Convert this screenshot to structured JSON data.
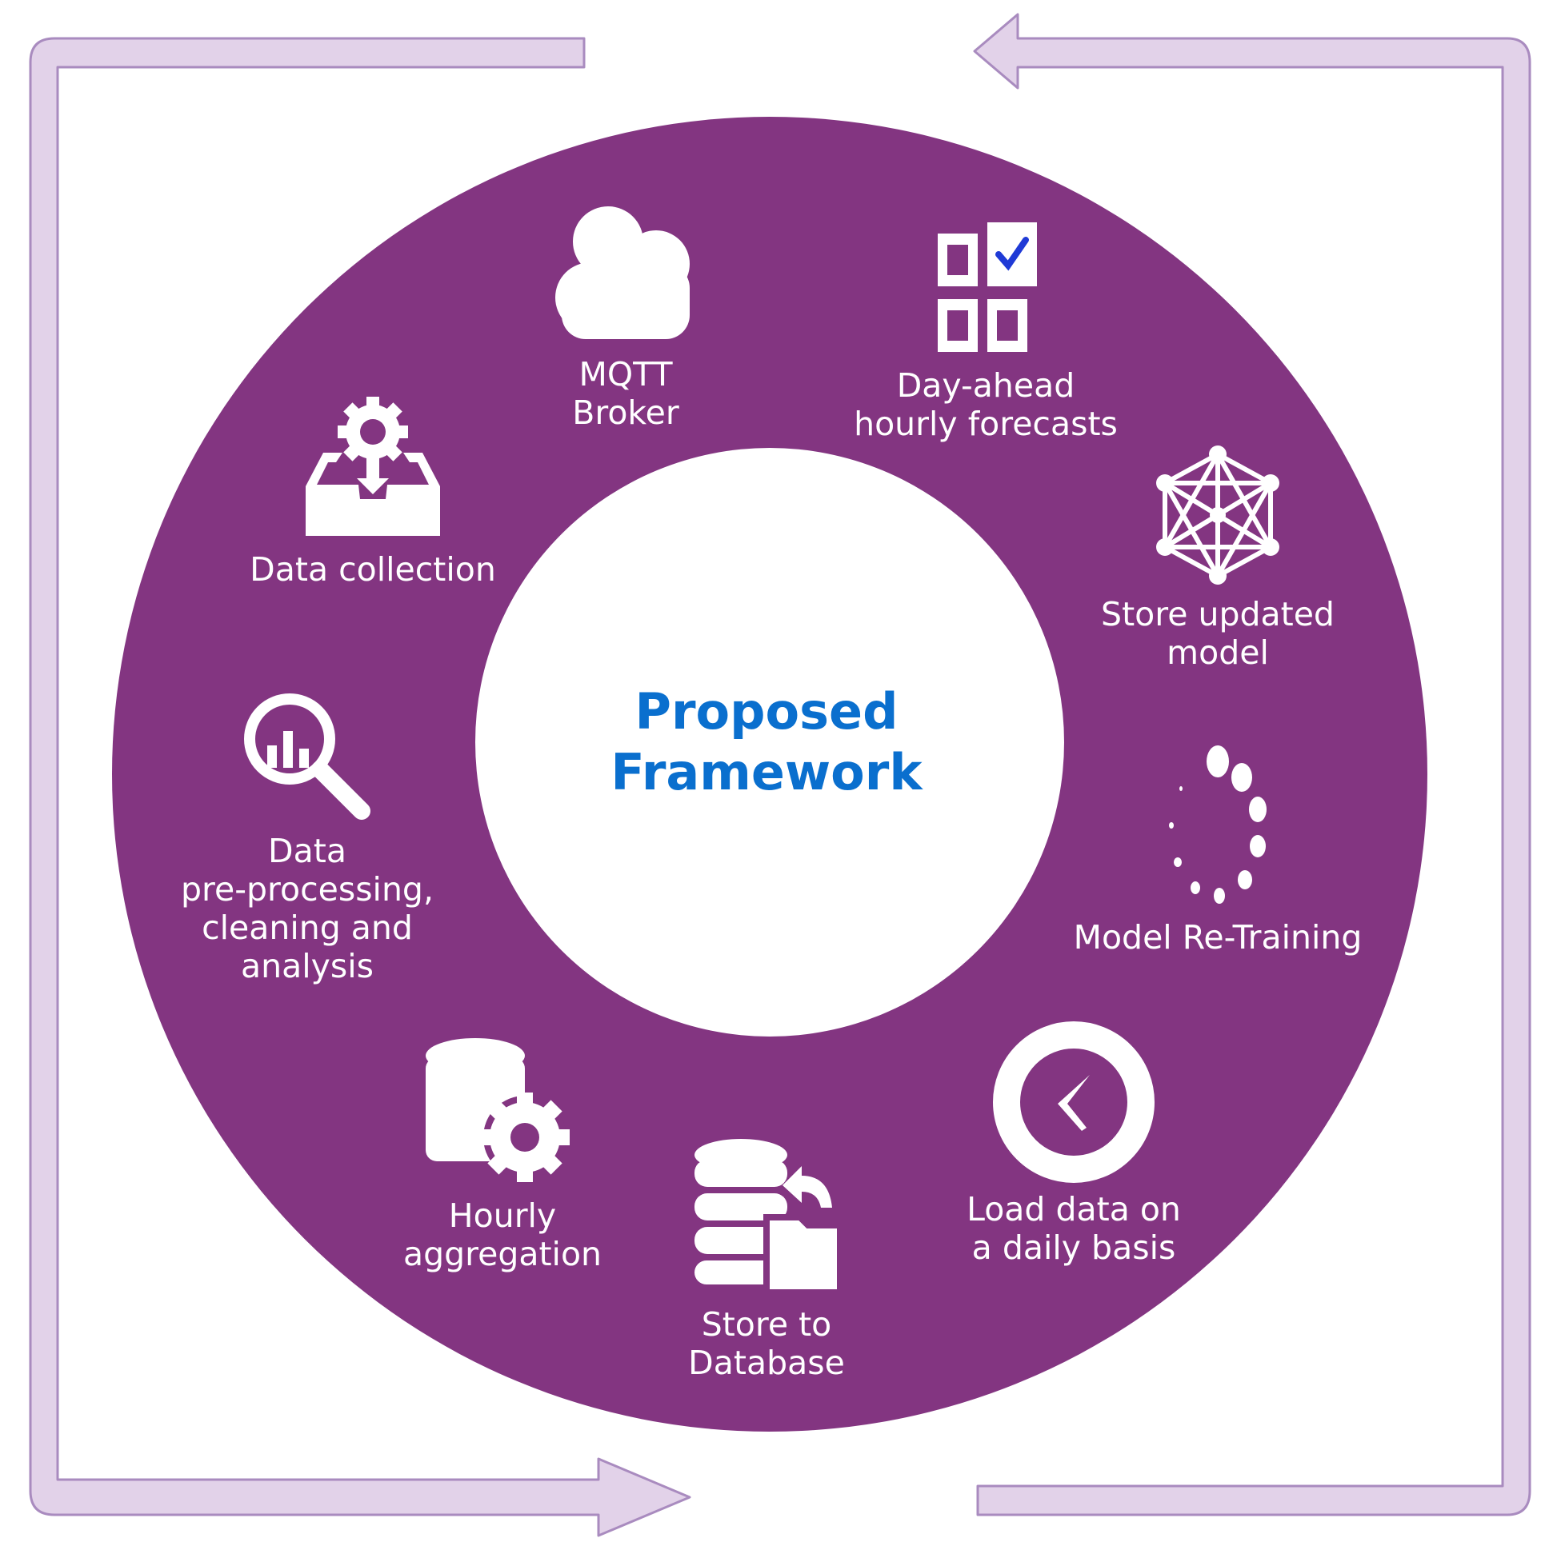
{
  "center": {
    "title": "Proposed\nFramework"
  },
  "steps": {
    "mqtt": "MQTT\nBroker",
    "forecasts": "Day-ahead\nhourly forecasts",
    "store_model": "Store updated\nmodel",
    "retraining": "Model Re-Training",
    "load_daily": "Load data on\na daily basis",
    "store_db": "Store to\nDatabase",
    "hourly_agg": "Hourly\naggregation",
    "preprocessing": "Data\npre-processing,\ncleaning and\nanalysis",
    "collection": "Data collection"
  },
  "colors": {
    "ring": "#833581",
    "arrow_fill": "#e2d2e9",
    "arrow_stroke": "#a98bbf",
    "title": "#0a6fce",
    "icon": "#ffffff",
    "check": "#1f3ad6"
  },
  "icons": [
    "cloud-icon",
    "checklist-icon",
    "network-icon",
    "loading-spinner-icon",
    "clock-icon",
    "database-folder-icon",
    "database-gear-icon",
    "magnifier-chart-icon",
    "inbox-gear-icon"
  ]
}
